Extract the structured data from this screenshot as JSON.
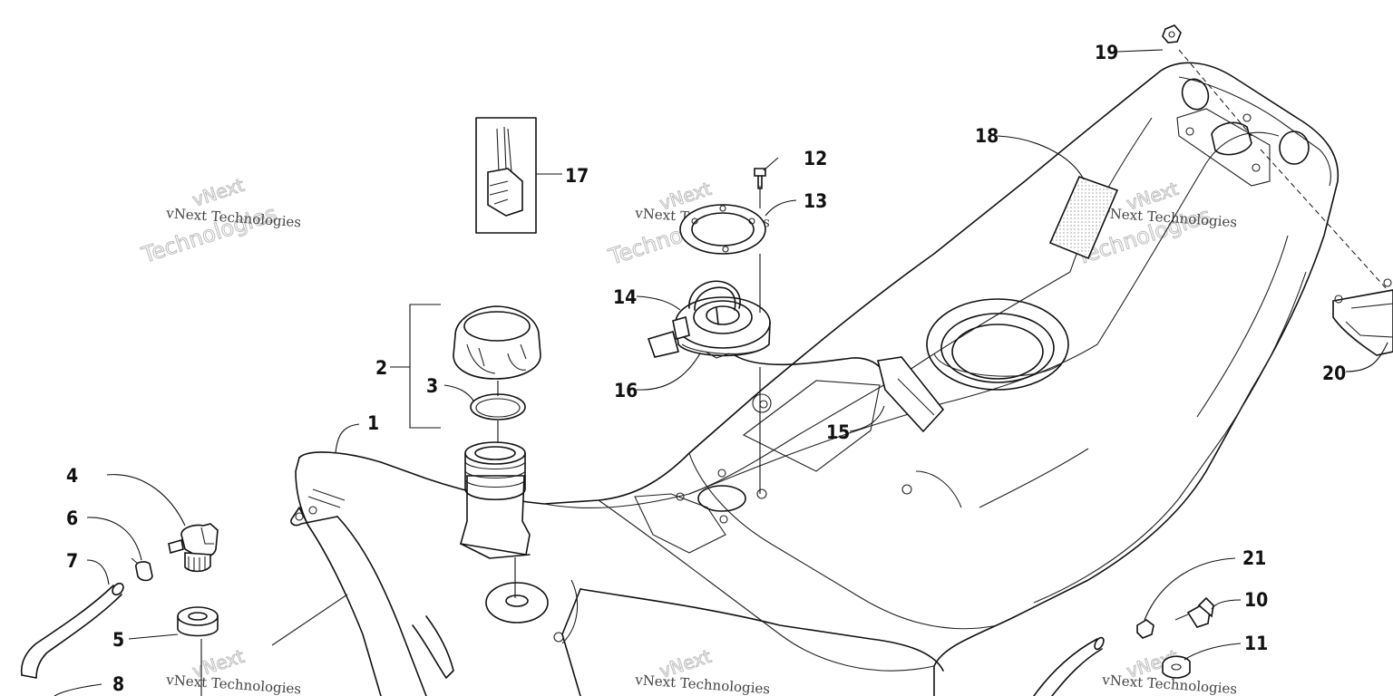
{
  "callouts": [
    {
      "id": "1",
      "label": "1"
    },
    {
      "id": "2",
      "label": "2"
    },
    {
      "id": "3",
      "label": "3"
    },
    {
      "id": "4",
      "label": "4"
    },
    {
      "id": "5",
      "label": "5"
    },
    {
      "id": "6",
      "label": "6"
    },
    {
      "id": "7",
      "label": "7"
    },
    {
      "id": "8",
      "label": "8"
    },
    {
      "id": "10",
      "label": "10"
    },
    {
      "id": "11",
      "label": "11"
    },
    {
      "id": "12",
      "label": "12"
    },
    {
      "id": "13",
      "label": "13"
    },
    {
      "id": "14",
      "label": "14"
    },
    {
      "id": "15",
      "label": "15"
    },
    {
      "id": "16",
      "label": "16"
    },
    {
      "id": "17",
      "label": "17"
    },
    {
      "id": "18",
      "label": "18"
    },
    {
      "id": "19",
      "label": "19"
    },
    {
      "id": "20",
      "label": "20"
    },
    {
      "id": "21",
      "label": "21"
    }
  ],
  "watermark": {
    "primary": "vNext Technologies",
    "stamp_word_1": "vNext",
    "stamp_word_2": "Technologies"
  }
}
